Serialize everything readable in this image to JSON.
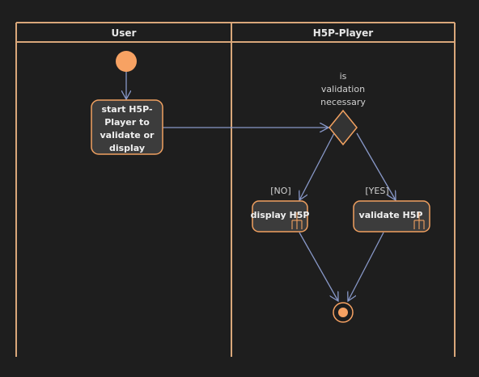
{
  "swimlanes": [
    {
      "id": "user",
      "title": "User"
    },
    {
      "id": "player",
      "title": "H5P-Player"
    }
  ],
  "activities": {
    "start_player": {
      "lines": [
        "start H5P-",
        "Player to",
        "validate or",
        "display"
      ]
    },
    "display": {
      "lines": [
        "display H5P"
      ]
    },
    "validate": {
      "lines": [
        "validate H5P"
      ]
    }
  },
  "decision": {
    "lines": [
      "is",
      "validation",
      "necessary"
    ]
  },
  "guards": {
    "no": "[NO]",
    "yes": "[YES]"
  },
  "colors": {
    "background": "#1e1e1e",
    "lane_border": "#d9a77a",
    "activity_fill": "#3c3c3c",
    "activity_border": "#f0a060",
    "initial_node": "#f7a263",
    "arrow": "#8898c8",
    "decision_fill": "#333333"
  },
  "icons": {
    "activity_action": "rake-icon"
  }
}
